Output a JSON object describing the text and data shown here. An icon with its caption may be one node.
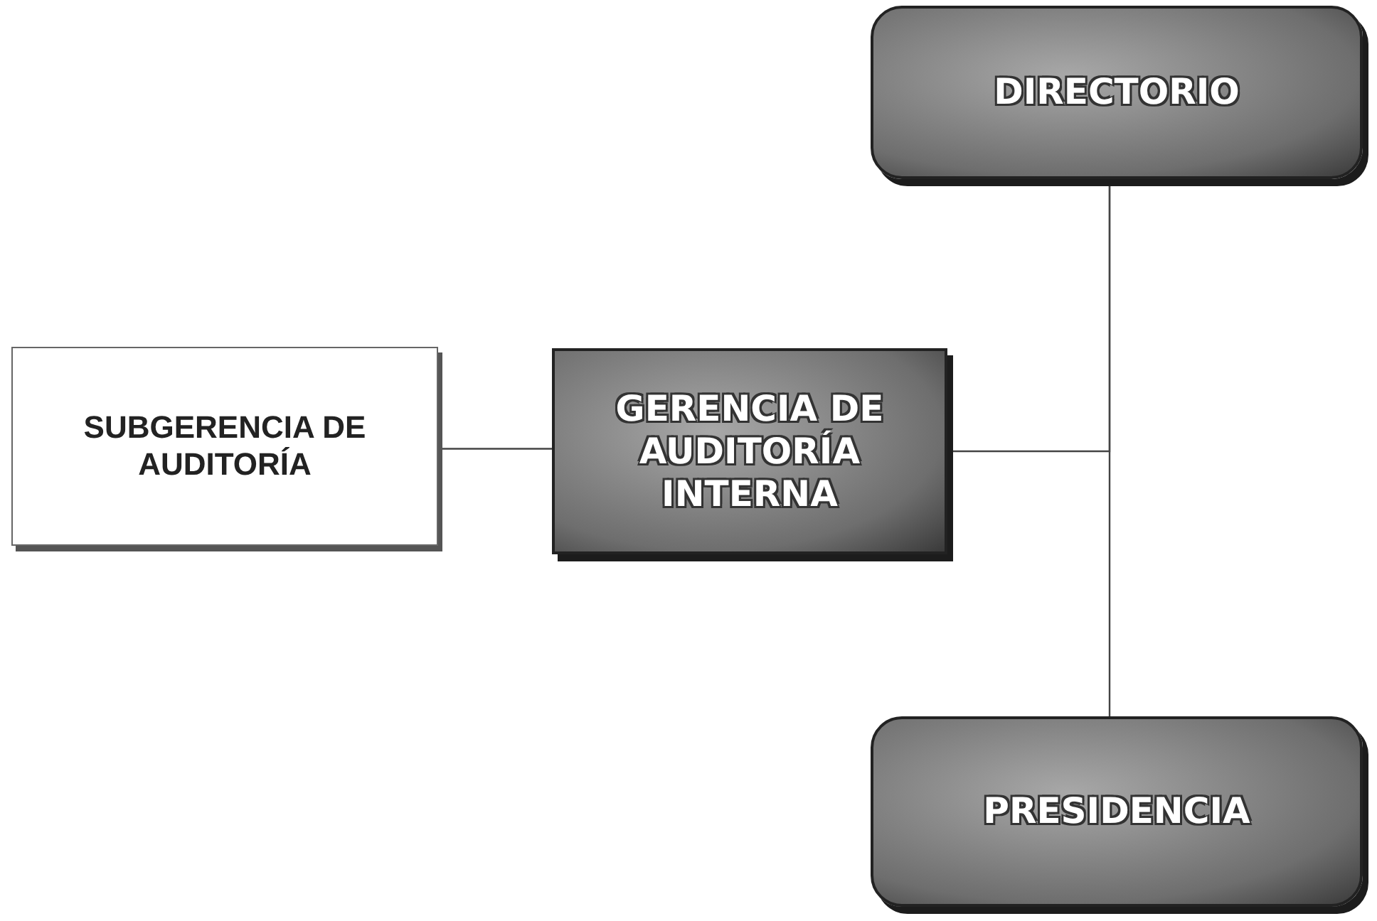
{
  "diagram": {
    "nodes": [
      {
        "text": [
          "DIRECTORIO"
        ]
      },
      {
        "text": [
          "SUBGERENCIA DE AUDITORÍA"
        ]
      },
      {
        "text": [
          "GERENCIA DE AUDITORÍA INTERNA"
        ]
      },
      {
        "text": [
          "PRESIDENCIA"
        ]
      }
    ],
    "edges": [
      {
        "from": 0,
        "to": 3,
        "arrow": "none"
      },
      {
        "from": 0,
        "to": 2,
        "arrow": "none"
      },
      {
        "from": 1,
        "to": 2,
        "arrow": "none"
      }
    ]
  }
}
